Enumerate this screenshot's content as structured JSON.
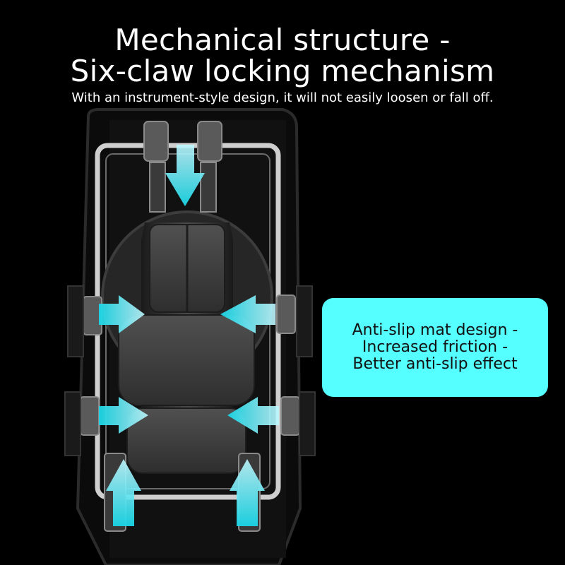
{
  "heading": {
    "line1": "Mechanical structure -",
    "line2": "Six-claw locking mechanism",
    "subtitle": "With an instrument-style design, it will not easily loosen or fall off."
  },
  "callout": {
    "line1": "Anti-slip mat design -",
    "line2": "Increased friction -",
    "line3": "Better anti-slip effect"
  },
  "colors": {
    "background": "#000000",
    "accent_cyan": "#55ffff",
    "arrow_cyan": "#3fe0ee",
    "frame_silver": "#c9c9c9",
    "body_gray": "#3a3a3a"
  },
  "icons": {
    "arrow": "arrow-icon",
    "claw": "claw-icon"
  }
}
